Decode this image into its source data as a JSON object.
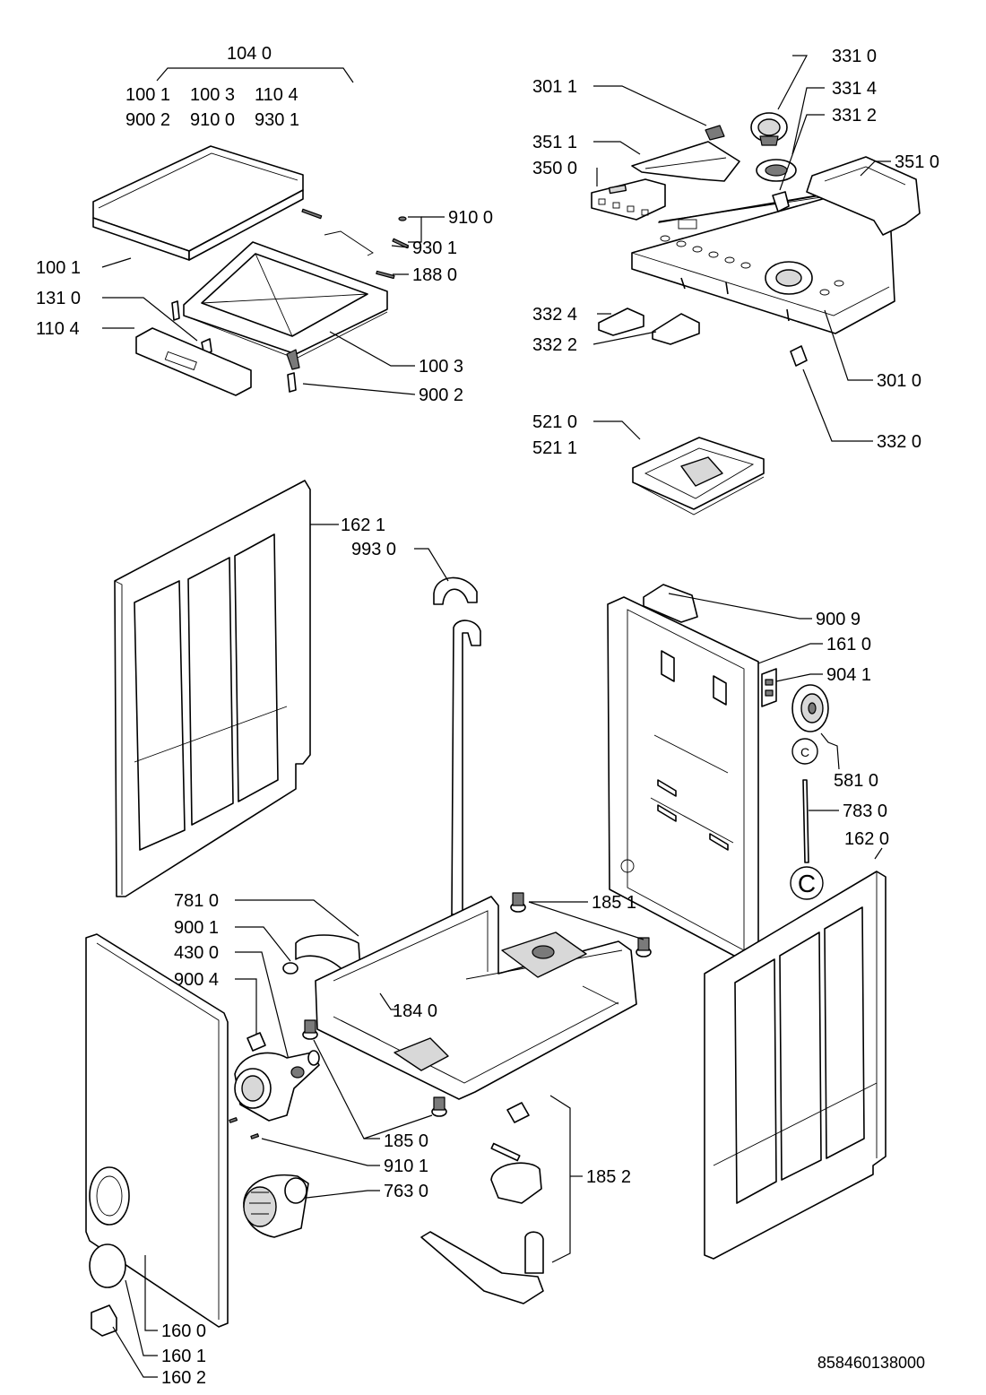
{
  "group_label": "104 0",
  "group_members": [
    [
      "100 1",
      "100 3",
      "110 4"
    ],
    [
      "900 2",
      "910 0",
      "930 1"
    ]
  ],
  "callouts": {
    "c9100a": "910 0",
    "c9301": "930 1",
    "c1880": "188 0",
    "c1001": "100 1",
    "c1310": "131 0",
    "c1104": "110 4",
    "c1003": "100 3",
    "c9002": "900 2",
    "c3011": "301 1",
    "c3310": "331 0",
    "c3314": "331 4",
    "c3312": "331 2",
    "c3511": "351 1",
    "c3510": "351 0",
    "c3500": "350 0",
    "c3324": "332 4",
    "c3322": "332 2",
    "c3010": "301 0",
    "c3320": "332 0",
    "c5210": "521 0",
    "c5211": "521 1",
    "c1621": "162 1",
    "c9930": "993 0",
    "c9009": "900 9",
    "c1610": "161 0",
    "c9041": "904 1",
    "c5810": "581 0",
    "c7830": "783 0",
    "c1620": "162 0",
    "c7810": "781 0",
    "c1851": "185 1",
    "c9001": "900 1",
    "c4300": "430 0",
    "c9004": "900 4",
    "c1840": "184 0",
    "c1850": "185 0",
    "c9101": "910 1",
    "c1852": "185 2",
    "c7630": "763 0",
    "c1600": "160 0",
    "c1601": "160 1",
    "c1602": "160 2"
  },
  "connector_small": "C",
  "connector_large": "C",
  "doc_number": "858460138000"
}
